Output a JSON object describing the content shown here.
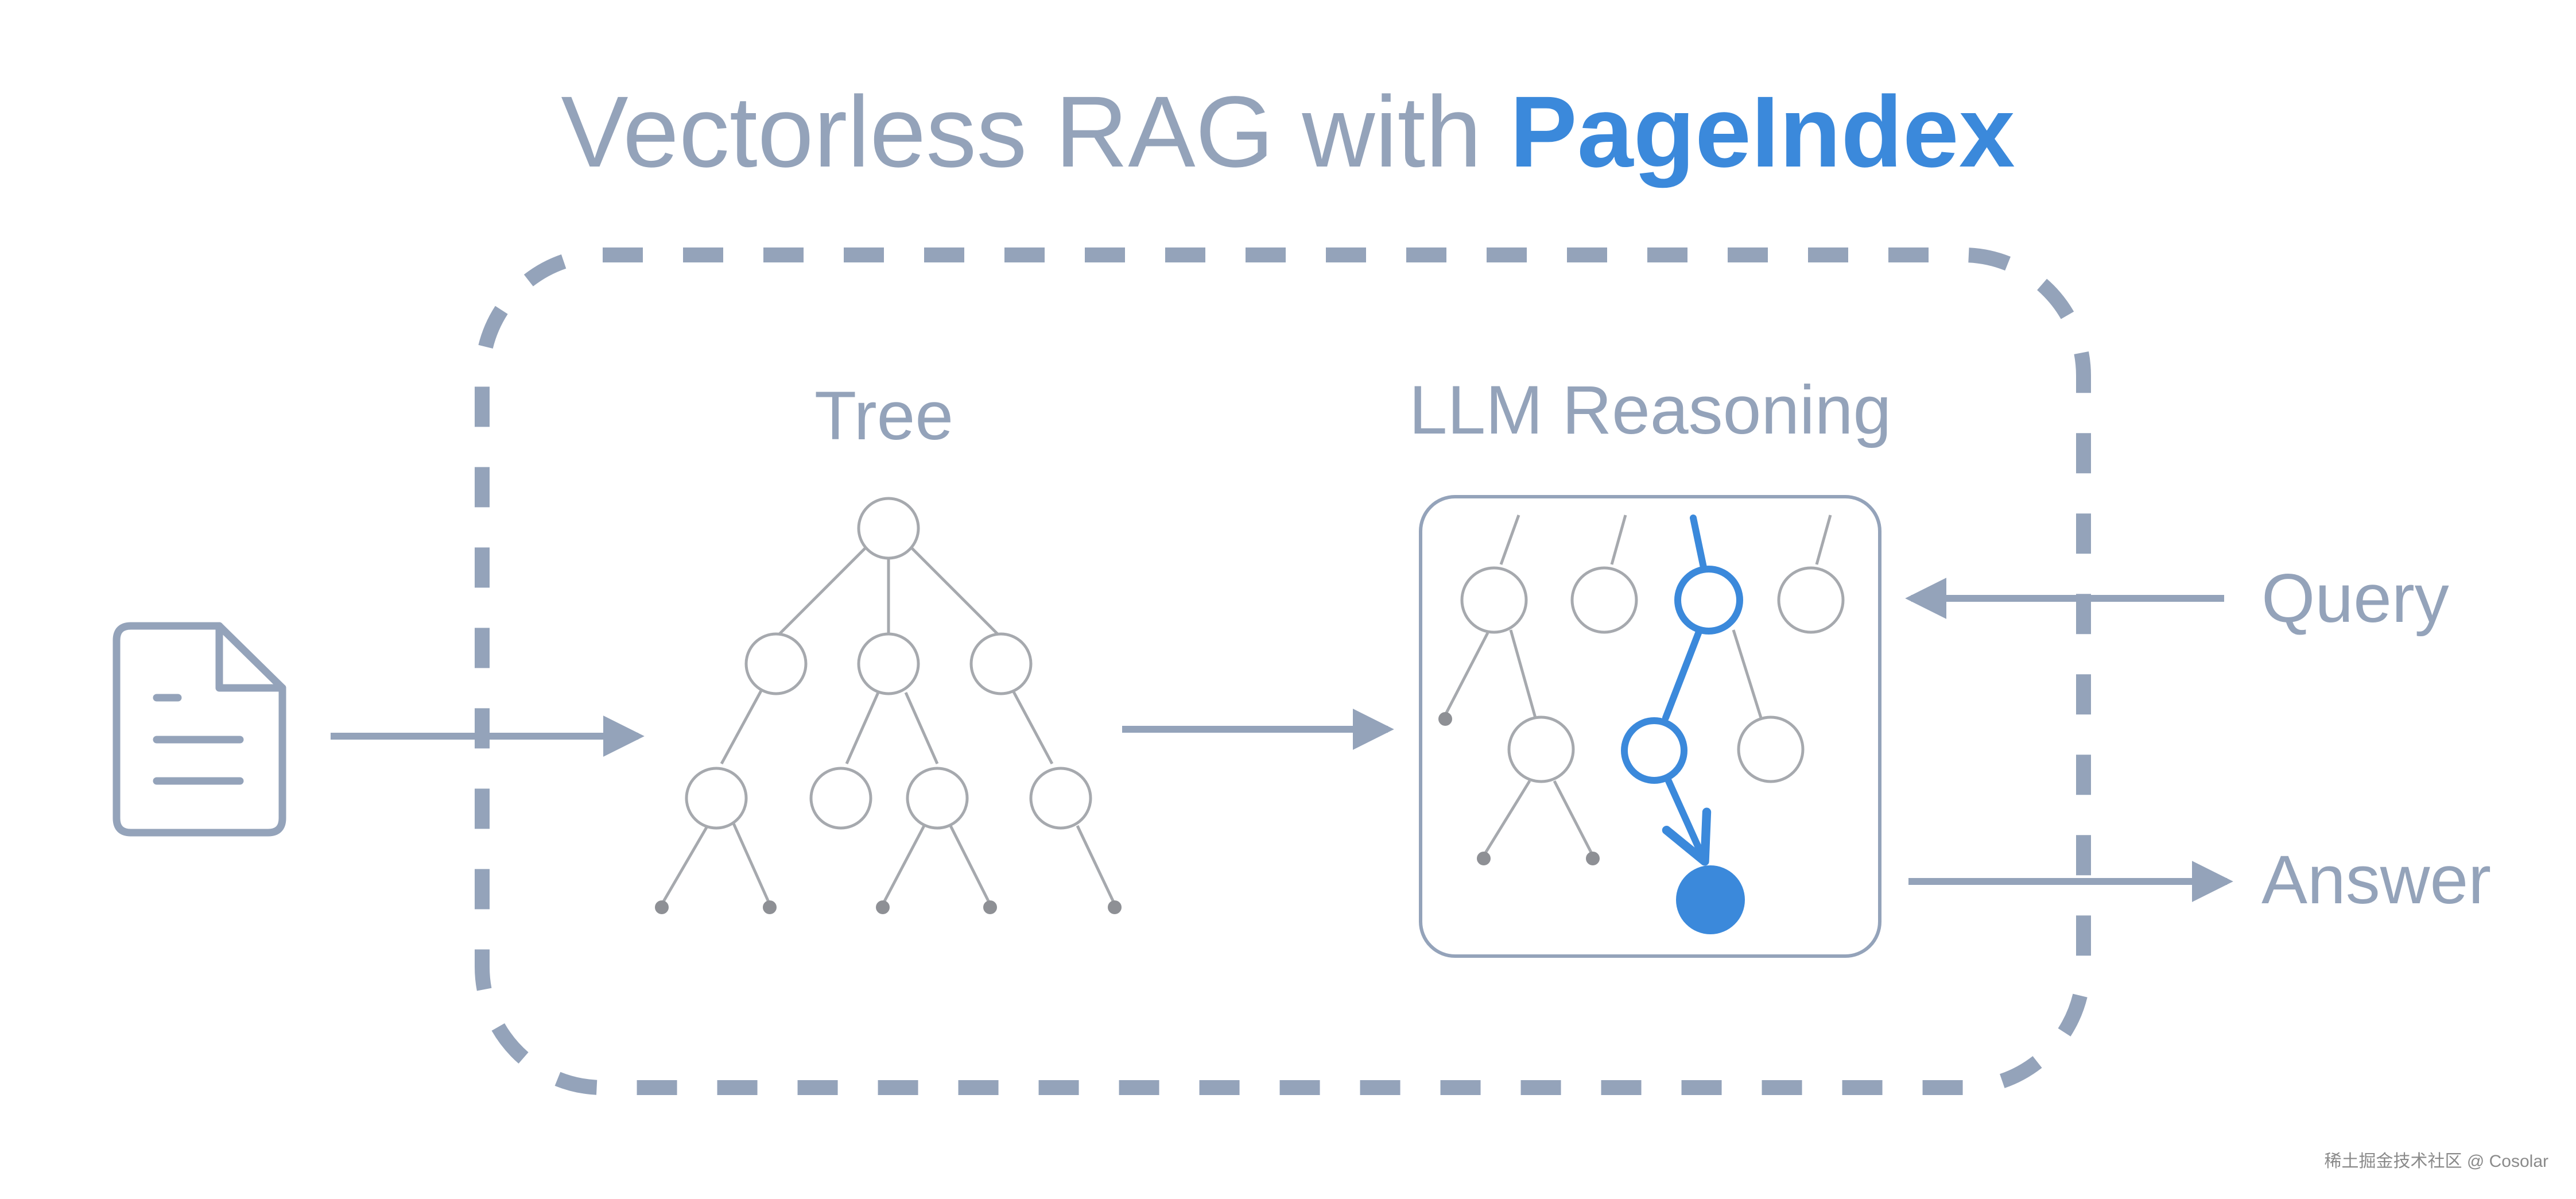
{
  "title": {
    "prefix": "Vectorless RAG with ",
    "highlight": "PageIndex"
  },
  "labels": {
    "tree": "Tree",
    "llm_reasoning": "LLM Reasoning",
    "query": "Query",
    "answer": "Answer"
  },
  "watermark": "稀土掘金技术社区 @ Cosolar",
  "colors": {
    "muted": "#94A3BA",
    "accent": "#3B89DB",
    "node_stroke": "#A6A9AE",
    "leaf": "#8E9095",
    "background": "#FFFFFF"
  }
}
